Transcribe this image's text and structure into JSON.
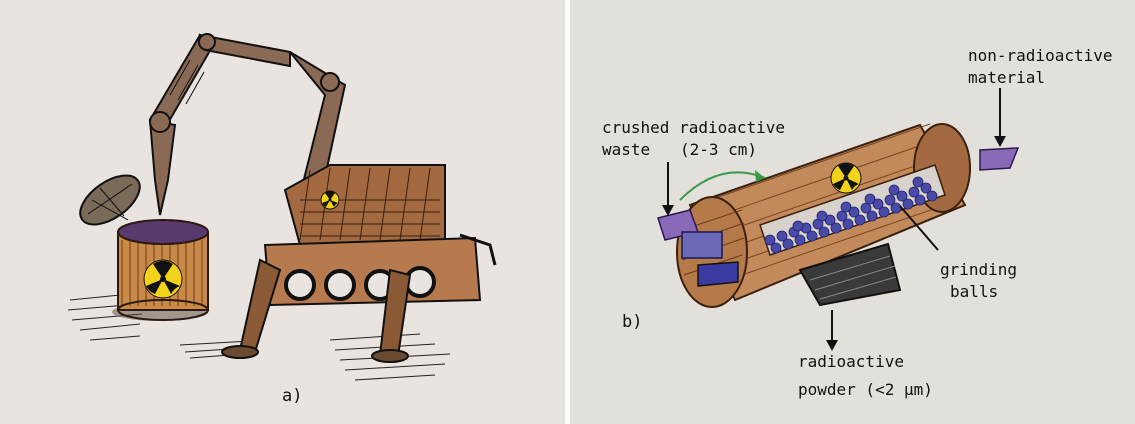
{
  "panel_a": {
    "caption": "a)"
  },
  "panel_b": {
    "caption": "b)",
    "labels": {
      "input_line1": "crushed radioactive",
      "input_line2": "waste",
      "input_size": "(2-3 cm)",
      "nonrad_line1": "non-radioactive",
      "nonrad_line2": "material",
      "balls_line1": "grinding",
      "balls_line2": "balls",
      "output_line1": "radioactive",
      "output_line2": "powder (<2 µm)"
    }
  },
  "colors": {
    "paper": "#e9e4df",
    "ink": "#1a1410",
    "copper": "#9a5a35",
    "hazard_yellow": "#f2d21a",
    "balls": "#4a4aa8",
    "purple": "#7a5aa8"
  }
}
